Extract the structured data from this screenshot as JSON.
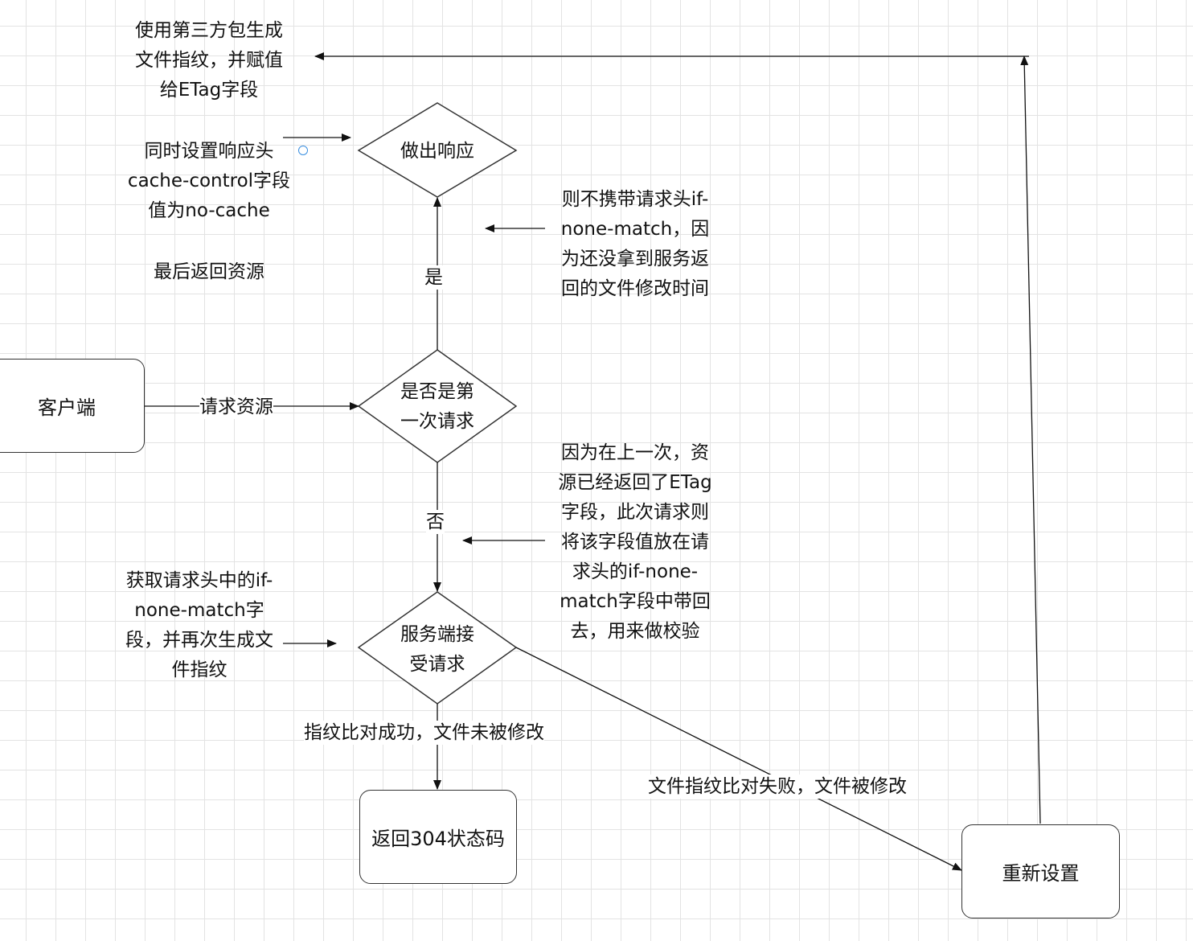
{
  "nodes": {
    "client": "客户端",
    "first_request": "是否是第\n一次请求",
    "respond": "做出响应",
    "server_receive": "服务端接\n受请求",
    "return_304": "返回304状态码",
    "reset": "重新设置"
  },
  "edge_labels": {
    "request_resource": "请求资源",
    "yes": "是",
    "no": "否",
    "fingerprint_match": "指纹比对成功，文件未被修改",
    "fingerprint_mismatch": "文件指纹比对失败，文件被修改"
  },
  "notes": {
    "generate_etag": "使用第三方包生成\n文件指纹，并赋值\n给ETag字段",
    "cache_control": "同时设置响应头\ncache-control字段\n值为no-cache",
    "return_resource": "最后返回资源",
    "no_if_none_match": "则不携带请求头if-\nnone-match，因\n为还没拿到服务返\n回的文件修改时间",
    "etag_returned": "因为在上一次，资\n源已经返回了ETag\n字段，此次请求则\n将该字段值放在请\n求头的if-none-\nmatch字段中带回\n去，用来做校验",
    "get_if_none_match": "获取请求头中的if-\nnone-match字\n段，并再次生成文\n件指纹"
  }
}
